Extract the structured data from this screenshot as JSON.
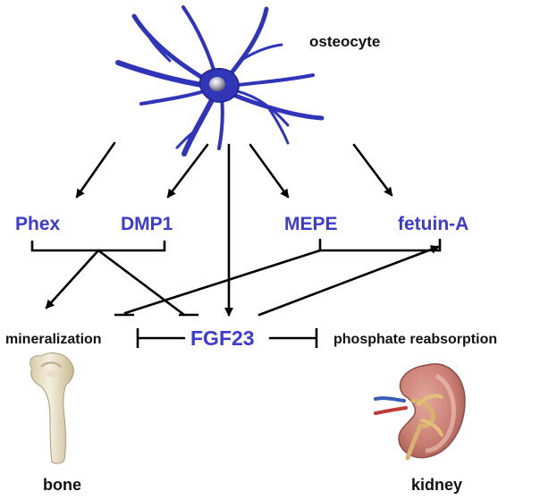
{
  "nodes": {
    "osteocyte": "osteocyte",
    "phex": "Phex",
    "dmp1": "DMP1",
    "mepe": "MEPE",
    "fetuin_a": "fetuin-A",
    "mineralization": "mineralization",
    "fgf23": "FGF23",
    "phosphate_reabsorption": "phosphate reabsorption",
    "bone": "bone",
    "kidney": "kidney"
  },
  "edges": [
    {
      "from": "osteocyte",
      "to": "phex",
      "type": "activates"
    },
    {
      "from": "osteocyte",
      "to": "dmp1",
      "type": "activates"
    },
    {
      "from": "osteocyte",
      "to": "fgf23",
      "type": "activates"
    },
    {
      "from": "osteocyte",
      "to": "mepe",
      "type": "activates"
    },
    {
      "from": "osteocyte",
      "to": "fetuin_a",
      "type": "activates"
    },
    {
      "from": "phex+dmp1",
      "to": "mineralization",
      "type": "activates"
    },
    {
      "from": "phex+dmp1",
      "to": "fgf23",
      "type": "inhibits"
    },
    {
      "from": "mepe+fetuin_a",
      "to": "mineralization",
      "type": "inhibits"
    },
    {
      "from": "fgf23",
      "to": "fetuin_a",
      "type": "activates"
    },
    {
      "from": "fgf23",
      "to": "mineralization",
      "type": "inhibits"
    },
    {
      "from": "fgf23",
      "to": "phosphate_reabsorption",
      "type": "inhibits"
    }
  ],
  "colors": {
    "protein_label": "#3b3bd0",
    "text_label": "#111111",
    "osteocyte_body": "#2f34b8",
    "kidney_cortex": "#c9827a"
  },
  "icons": [
    "osteocyte-cell-icon",
    "bone-icon",
    "kidney-icon"
  ]
}
